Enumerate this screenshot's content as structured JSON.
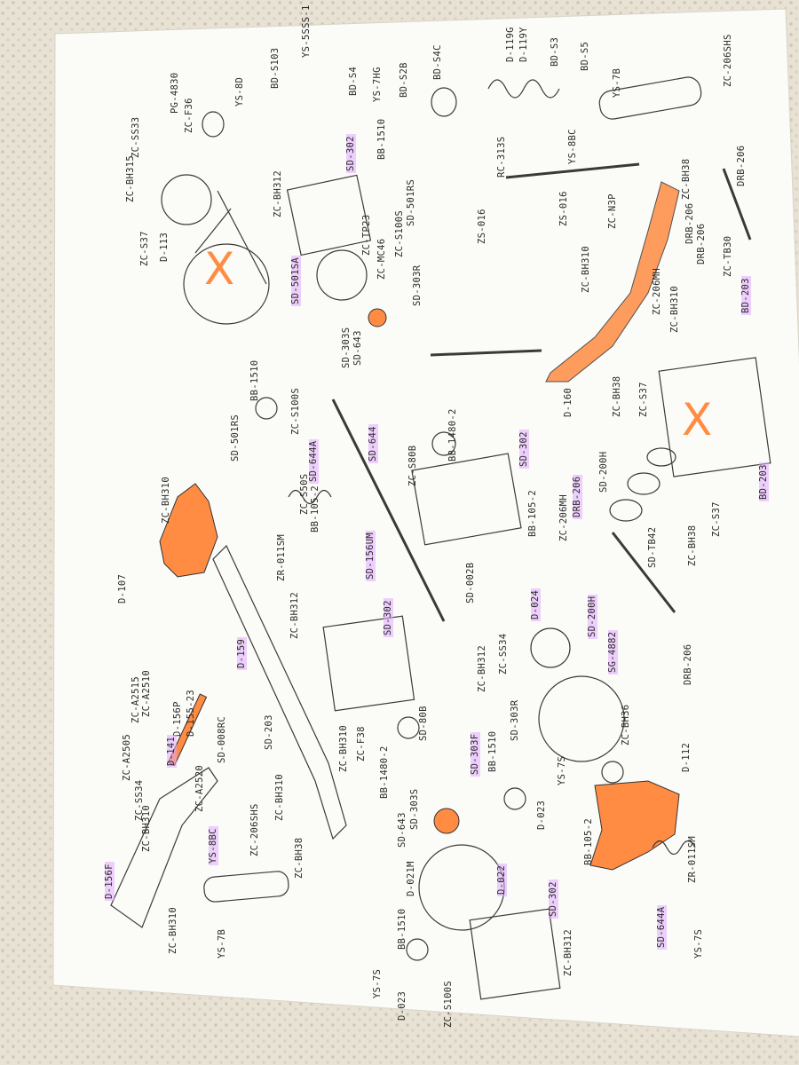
{
  "colors": {
    "paper": "#fbfbf8",
    "ink": "#2f2f2f",
    "highlight_pink": "#e6a8f5",
    "highlight_orange": "#ff8a3a",
    "cloth": "#e8e2d4"
  },
  "labels": [
    {
      "id": "zc-ss33",
      "text": "ZC-SS33",
      "hl": false
    },
    {
      "id": "pg-4830",
      "text": "PG-4830",
      "hl": false
    },
    {
      "id": "zc-f36",
      "text": "ZC-F36",
      "hl": false
    },
    {
      "id": "zc-bh315",
      "text": "ZC-BH315",
      "hl": false
    },
    {
      "id": "zc-s37-a",
      "text": "ZC-S37",
      "hl": false
    },
    {
      "id": "d-113",
      "text": "D-113",
      "hl": false
    },
    {
      "id": "ys-8d",
      "text": "YS-8D",
      "hl": false
    },
    {
      "id": "bd-s103",
      "text": "BD-S103",
      "hl": false
    },
    {
      "id": "ys-5sss-1",
      "text": "YS-5SSS-1",
      "hl": false
    },
    {
      "id": "bd-s4",
      "text": "BD-S4",
      "hl": false
    },
    {
      "id": "ys-7hg",
      "text": "YS-7HG",
      "hl": false
    },
    {
      "id": "bd-s2b",
      "text": "BD-S2B",
      "hl": false
    },
    {
      "id": "bd-s4c",
      "text": "BD-S4C",
      "hl": false
    },
    {
      "id": "d-119g",
      "text": "D-119G",
      "hl": false
    },
    {
      "id": "d-119y",
      "text": "D-119Y",
      "hl": false
    },
    {
      "id": "bd-s3",
      "text": "BD-S3",
      "hl": false
    },
    {
      "id": "bd-s5",
      "text": "BD-S5",
      "hl": false
    },
    {
      "id": "ys-7b-a",
      "text": "YS-7B",
      "hl": false
    },
    {
      "id": "zc-206shs-a",
      "text": "ZC-206SHS",
      "hl": false
    },
    {
      "id": "zc-bh312-a",
      "text": "ZC-BH312",
      "hl": false
    },
    {
      "id": "sd-302-a",
      "text": "SD-302",
      "hl": true
    },
    {
      "id": "bb-1510-a",
      "text": "BB-1510",
      "hl": false
    },
    {
      "id": "sd-501rs-a",
      "text": "SD-501RS",
      "hl": false
    },
    {
      "id": "zc-tp23",
      "text": "ZC-TP23",
      "hl": false
    },
    {
      "id": "zc-s100s-a",
      "text": "ZC-S100S",
      "hl": false
    },
    {
      "id": "sd-303r",
      "text": "SD-303R",
      "hl": false
    },
    {
      "id": "zc-mc46",
      "text": "ZC-MC46",
      "hl": false
    },
    {
      "id": "rc-313s",
      "text": "RC-313S",
      "hl": false
    },
    {
      "id": "ys-8bc-a",
      "text": "YS-8BC",
      "hl": false
    },
    {
      "id": "zs-016-a",
      "text": "ZS-016",
      "hl": false
    },
    {
      "id": "zs-016-b",
      "text": "ZS-016",
      "hl": false
    },
    {
      "id": "zc-n3p",
      "text": "ZC-N3P",
      "hl": false
    },
    {
      "id": "zc-bh38-a",
      "text": "ZC-BH38",
      "hl": false
    },
    {
      "id": "drb-206-a",
      "text": "DRB-206",
      "hl": false
    },
    {
      "id": "drb-206-b",
      "text": "DRB-206",
      "hl": false
    },
    {
      "id": "drb-206-c",
      "text": "DRB-206",
      "hl": false
    },
    {
      "id": "zc-tb30",
      "text": "ZC-TB30",
      "hl": false
    },
    {
      "id": "bd-203-a",
      "text": "BD-203",
      "hl": true
    },
    {
      "id": "zc-bh310-a",
      "text": "ZC-BH310",
      "hl": false
    },
    {
      "id": "zc-206mh-a",
      "text": "ZC-206MH",
      "hl": false
    },
    {
      "id": "zc-bh310-b",
      "text": "ZC-BH310",
      "hl": false
    },
    {
      "id": "sd-501sa",
      "text": "SD-501SA",
      "hl": true
    },
    {
      "id": "sd-303s-a",
      "text": "SD-303S",
      "hl": false
    },
    {
      "id": "sd-643-a",
      "text": "SD-643",
      "hl": false
    },
    {
      "id": "bb-1510-b",
      "text": "BB-1510",
      "hl": false
    },
    {
      "id": "zc-s100s-b",
      "text": "ZC-S100S",
      "hl": false
    },
    {
      "id": "sd-501rs-b",
      "text": "SD-501RS",
      "hl": false
    },
    {
      "id": "bb-1480-2-a",
      "text": "BB-1480-2",
      "hl": false
    },
    {
      "id": "d-160",
      "text": "D-160",
      "hl": false
    },
    {
      "id": "zc-bh38-b",
      "text": "ZC-BH38",
      "hl": false
    },
    {
      "id": "zc-s37-b",
      "text": "ZC-S37",
      "hl": false
    },
    {
      "id": "sd-644a-a",
      "text": "SD-644A",
      "hl": true
    },
    {
      "id": "sd-644",
      "text": "SD-644",
      "hl": true
    },
    {
      "id": "zc-s80b-a",
      "text": "ZC-S80B",
      "hl": false
    },
    {
      "id": "sd-302-b",
      "text": "SD-302",
      "hl": true
    },
    {
      "id": "sd-200h-a",
      "text": "SD-200H",
      "hl": false
    },
    {
      "id": "bd-203-b",
      "text": "BD-203",
      "hl": true
    },
    {
      "id": "zc-s50s",
      "text": "ZC-S50S",
      "hl": false
    },
    {
      "id": "bb-105-2-a",
      "text": "BB-105-2",
      "hl": false
    },
    {
      "id": "bb-105-2-b",
      "text": "BB-105-2",
      "hl": false
    },
    {
      "id": "zc-206mh-b",
      "text": "ZC-206MH",
      "hl": false
    },
    {
      "id": "drb-206-d",
      "text": "DRB-206",
      "hl": true
    },
    {
      "id": "sd-tb42",
      "text": "SD-TB42",
      "hl": false
    },
    {
      "id": "zc-bh38-c",
      "text": "ZC-BH38",
      "hl": false
    },
    {
      "id": "zc-s37-c",
      "text": "ZC-S37",
      "hl": false
    },
    {
      "id": "zc-bh310-c",
      "text": "ZC-BH310",
      "hl": false
    },
    {
      "id": "d-107",
      "text": "D-107",
      "hl": false
    },
    {
      "id": "zr-011sm-a",
      "text": "ZR-011SM",
      "hl": false
    },
    {
      "id": "sd-156um",
      "text": "SD-156UM",
      "hl": true
    },
    {
      "id": "sd-002b",
      "text": "SD-002B",
      "hl": false
    },
    {
      "id": "d-024",
      "text": "D-024",
      "hl": true
    },
    {
      "id": "sd-200h-b",
      "text": "SD-200H",
      "hl": true
    },
    {
      "id": "zc-bh312-b",
      "text": "ZC-BH312",
      "hl": false
    },
    {
      "id": "sd-302-c",
      "text": "SD-302",
      "hl": true
    },
    {
      "id": "d-159",
      "text": "D-159",
      "hl": true
    },
    {
      "id": "zc-bh312-c",
      "text": "ZC-BH312",
      "hl": false
    },
    {
      "id": "zc-ss34-a",
      "text": "ZC-SS34",
      "hl": false
    },
    {
      "id": "sg-4882",
      "text": "SG-4882",
      "hl": true
    },
    {
      "id": "drb-206-e",
      "text": "DRB-206",
      "hl": false
    },
    {
      "id": "zc-a2515",
      "text": "ZC-A2515",
      "hl": false
    },
    {
      "id": "zc-a2510",
      "text": "ZC-A2510",
      "hl": false
    },
    {
      "id": "d-156p",
      "text": "D-156P",
      "hl": false
    },
    {
      "id": "d-155-23",
      "text": "D-155-23",
      "hl": false
    },
    {
      "id": "zc-a2505",
      "text": "ZC-A2505",
      "hl": false
    },
    {
      "id": "d-141",
      "text": "D-141",
      "hl": true
    },
    {
      "id": "sd-008rc",
      "text": "SD-008RC",
      "hl": false
    },
    {
      "id": "sd-203",
      "text": "SD-203",
      "hl": false
    },
    {
      "id": "zc-bh310-d",
      "text": "ZC-BH310",
      "hl": false
    },
    {
      "id": "zc-f38",
      "text": "ZC-F38",
      "hl": false
    },
    {
      "id": "sd-80b",
      "text": "SD-80B",
      "hl": false
    },
    {
      "id": "bb-1480-2-b",
      "text": "BB-1480-2",
      "hl": false
    },
    {
      "id": "sd-303r-b",
      "text": "SD-303R",
      "hl": false
    },
    {
      "id": "zc-bh36",
      "text": "ZC-BH36",
      "hl": false
    },
    {
      "id": "d-112",
      "text": "D-112",
      "hl": false
    },
    {
      "id": "zc-ss34-b",
      "text": "ZC-SS34",
      "hl": false
    },
    {
      "id": "zc-a2520",
      "text": "ZC-A2520",
      "hl": false
    },
    {
      "id": "zc-bh310-e",
      "text": "ZC-BH310",
      "hl": false
    },
    {
      "id": "ys-8bc-b",
      "text": "YS-8BC",
      "hl": true
    },
    {
      "id": "zc-206shs-b",
      "text": "ZC-206SHS",
      "hl": false
    },
    {
      "id": "zc-bh310-f",
      "text": "ZC-BH310",
      "hl": false
    },
    {
      "id": "zc-bh38-d",
      "text": "ZC-BH38",
      "hl": false
    },
    {
      "id": "sd-303f",
      "text": "SD-303F",
      "hl": true
    },
    {
      "id": "bb-1510-c",
      "text": "BB-1510",
      "hl": false
    },
    {
      "id": "sd-643-b",
      "text": "SD-643",
      "hl": false
    },
    {
      "id": "sd-303s-b",
      "text": "SD-303S",
      "hl": false
    },
    {
      "id": "ys-7s-a",
      "text": "YS-7S",
      "hl": false
    },
    {
      "id": "d-023-a",
      "text": "D-023",
      "hl": false
    },
    {
      "id": "bb-105-2-c",
      "text": "BB-105-2",
      "hl": false
    },
    {
      "id": "zr-011sm-b",
      "text": "ZR-011SM",
      "hl": false
    },
    {
      "id": "d-156f",
      "text": "D-156F",
      "hl": true
    },
    {
      "id": "zc-bh310-g",
      "text": "ZC-BH310",
      "hl": false
    },
    {
      "id": "ys-7b-b",
      "text": "YS-7B",
      "hl": false
    },
    {
      "id": "d-021m",
      "text": "D-021M",
      "hl": false
    },
    {
      "id": "d-022",
      "text": "D-022",
      "hl": true
    },
    {
      "id": "sd-302-d",
      "text": "SD-302",
      "hl": true
    },
    {
      "id": "bb-1510-d",
      "text": "BB-1510",
      "hl": false
    },
    {
      "id": "sd-644a-b",
      "text": "SD-644A",
      "hl": true
    },
    {
      "id": "ys-7s-b",
      "text": "YS-7S",
      "hl": false
    },
    {
      "id": "ys-7s-c",
      "text": "YS-7S",
      "hl": false
    },
    {
      "id": "d-023-b",
      "text": "D-023",
      "hl": false
    },
    {
      "id": "zc-s100s-c",
      "text": "ZC-S100S",
      "hl": false
    },
    {
      "id": "zc-bh312-d",
      "text": "ZC-BH312",
      "hl": false
    }
  ]
}
